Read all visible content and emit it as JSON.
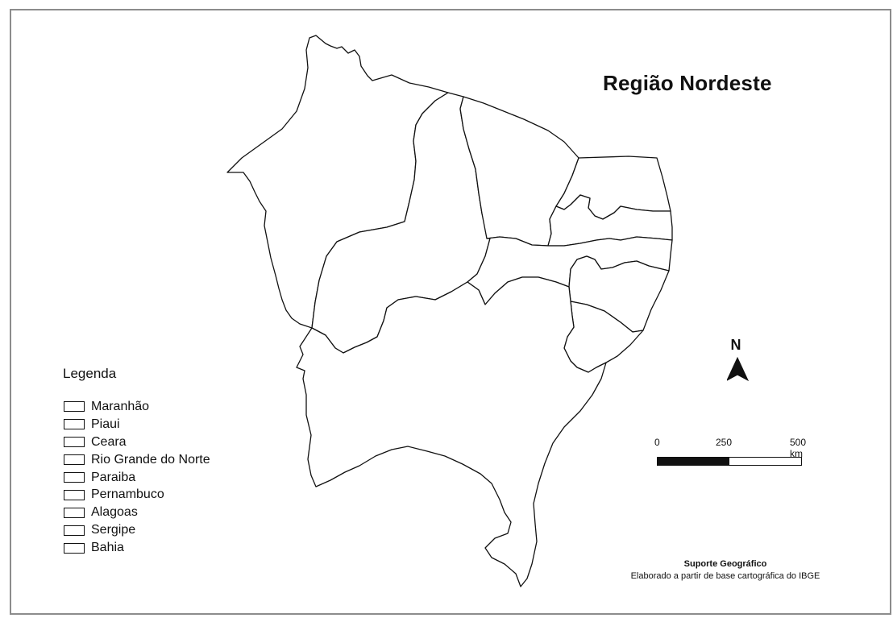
{
  "map": {
    "title": "Região Nordeste",
    "legend": {
      "title": "Legenda",
      "items": [
        "Maranhão",
        "Piaui",
        "Ceara",
        "Rio Grande do Norte",
        "Paraiba",
        "Pernambuco",
        "Alagoas",
        "Sergipe",
        "Bahia"
      ]
    },
    "north_arrow": {
      "label": "N"
    },
    "scale_bar": {
      "ticks": [
        "0",
        "250",
        "500 km"
      ]
    },
    "credits": {
      "line1": "Suporte Geográfico",
      "line2": "Elaborado a partir de base cartográfica do IBGE"
    },
    "colors": {
      "outline": "#111111",
      "frame": "#8c8c8c",
      "fill": "#ffffff"
    }
  }
}
